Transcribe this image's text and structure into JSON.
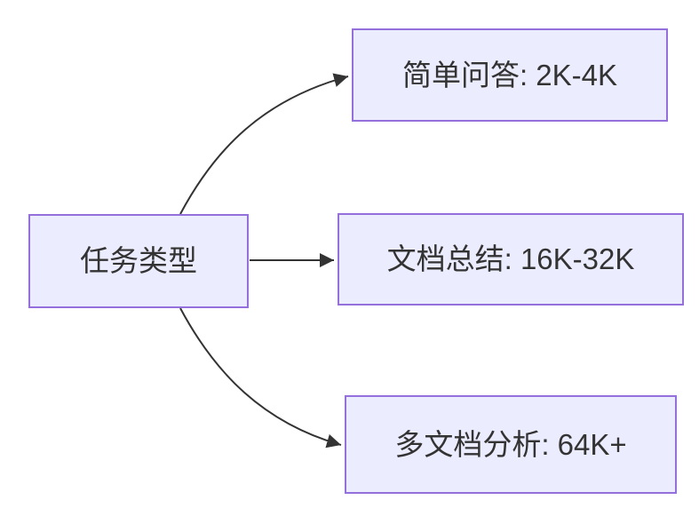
{
  "diagram": {
    "type": "flowchart-left-to-right",
    "colors": {
      "background": "#ffffff",
      "node_fill": "#ECECFF",
      "node_border": "#9370DB",
      "edge_color": "#333333",
      "text_color": "#333333"
    },
    "root_node": {
      "label": "任务类型"
    },
    "leaf_nodes": [
      {
        "label": "简单问答: 2K-4K"
      },
      {
        "label": "文档总结: 16K-32K"
      },
      {
        "label": "多文档分析: 64K+"
      }
    ],
    "edges": [
      {
        "from": "任务类型",
        "to": "简单问答: 2K-4K"
      },
      {
        "from": "任务类型",
        "to": "文档总结: 16K-32K"
      },
      {
        "from": "任务类型",
        "to": "多文档分析: 64K+"
      }
    ]
  }
}
